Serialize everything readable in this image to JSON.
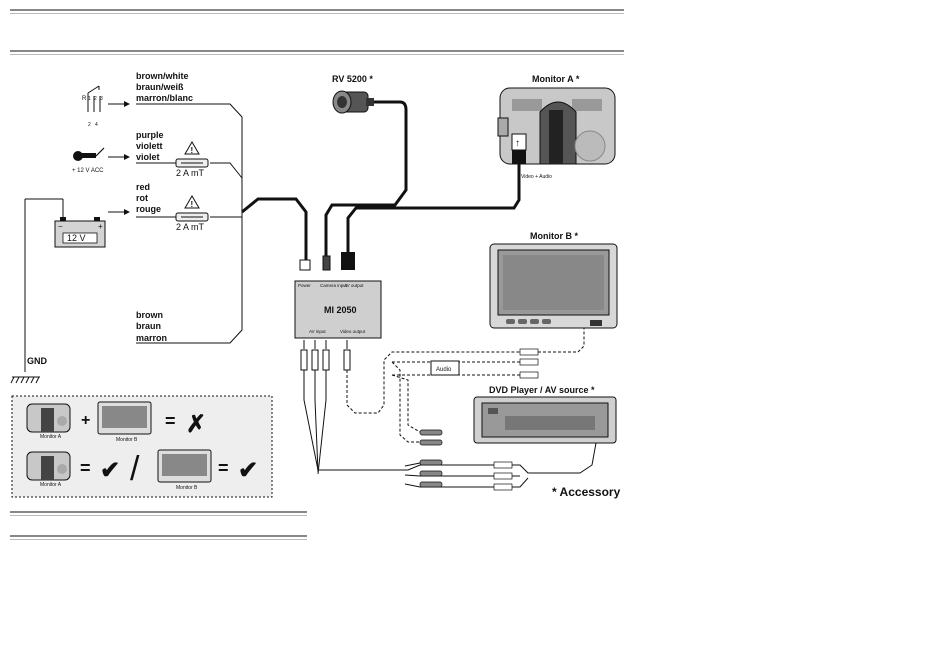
{
  "wires": {
    "brown_white": [
      "brown/white",
      "braun/weiß",
      "marron/blanc"
    ],
    "purple": [
      "purple",
      "violett",
      "violet"
    ],
    "red": [
      "red",
      "rot",
      "rouge"
    ],
    "brown": [
      "brown",
      "braun",
      "marron"
    ],
    "ignition_label": "+ 12 V ACC",
    "switch_pins": [
      "R",
      "1",
      "2",
      "3",
      "2",
      "4"
    ]
  },
  "fuses": [
    "2 A mT",
    "2 A mT"
  ],
  "battery": {
    "label": "12 V"
  },
  "gnd_label": "GND",
  "camera": {
    "title": "RV 5200 *"
  },
  "monitor_a": {
    "title": "Monitor A *",
    "port_label": "Video + Audio"
  },
  "monitor_b": {
    "title": "Monitor B *"
  },
  "dvd": {
    "title": "DVD Player / AV source *"
  },
  "module": {
    "name": "MI 2050",
    "ports_top": [
      "Power",
      "Camera input",
      "AV output"
    ],
    "ports_bottom": [
      "AV input",
      "Video output"
    ]
  },
  "audio_label": "Audio",
  "accessory_note": "* Accessory",
  "inset": {
    "monitor_a": "Monitor A",
    "monitor_b": "Monitor B",
    "plus": "+",
    "equals": "=",
    "slash": "/",
    "cross": "✗",
    "check": "✔"
  }
}
